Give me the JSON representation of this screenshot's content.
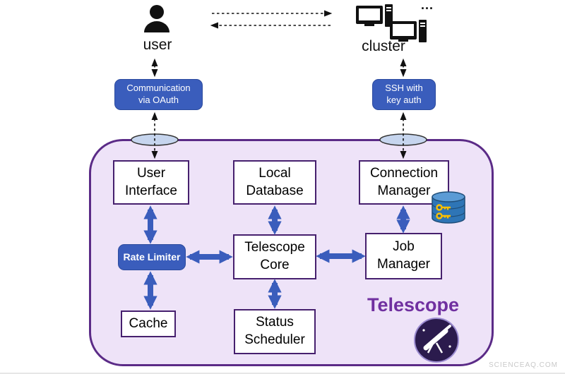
{
  "diagram": {
    "title": "Telescope",
    "watermark": "SCIENCEAQ.COM",
    "actors": {
      "user": "user",
      "cluster": "cluster",
      "cluster_ellipsis": "..."
    },
    "links": {
      "oauth": "Communication\nvia OAuth",
      "ssh": "SSH with\nkey auth"
    },
    "nodes": {
      "user_interface": "User\nInterface",
      "local_database": "Local\nDatabase",
      "connection_manager": "Connection\nManager",
      "rate_limiter": "Rate Limiter",
      "telescope_core": "Telescope\nCore",
      "job_manager": "Job\nManager",
      "cache": "Cache",
      "status_scheduler": "Status\nScheduler"
    },
    "colors": {
      "accent_blue": "#3a5dbc",
      "arrow_blue": "#3a5dbc",
      "container_fill": "#eee3f8",
      "purple_border": "#5b2b87",
      "node_border": "#46206e",
      "title_purple": "#7030a0",
      "port_fill": "#c6d5ee",
      "db_fill": "#2e75b6",
      "key_yellow": "#ffc000"
    }
  }
}
